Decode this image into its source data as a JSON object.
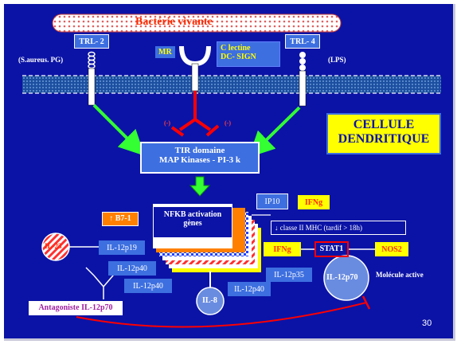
{
  "slide": {
    "bacteria_label": "Bactérie vivante",
    "trl2_label": "TRL- 2",
    "trl4_label": "TRL- 4",
    "saureus_label": "(S.aureus. PG)",
    "lps_label": "(LPS)",
    "mr_label": "MR",
    "lectin_line1": "C lectine",
    "lectin_line2": "DC- SIGN",
    "minus_left": "(-)",
    "minus_right": "(-)",
    "tir_line1": "TIR domaine",
    "tir_line2": "MAP Kinases -  PI-3 k",
    "cell_line1": "CELLULE",
    "cell_line2": "DENDRITIQUE",
    "ip10_label": "IP10",
    "ifng_top_label": "IFNg",
    "b71_label": "↑ B7-1",
    "nfkb_line1": "NFKB activation",
    "nfkb_line2": "gènes",
    "mhc_label": "↓ classe II MHC (tardif > 18h)",
    "il23_label": "IL-23",
    "il12p19_label": "IL-12p19",
    "ifng_mid_label": "IFNg",
    "stat1_label": "STAT1",
    "nos2_label": "NOS2",
    "il12p40_a": "IL-12p40",
    "il12p40_b": "IL-12p40",
    "il12p40_c": "IL-12p40",
    "il12p35_label": "IL-12p35",
    "il12p70_label": "IL-12p70",
    "molecule_label": "Molécule active",
    "il8_label": "IL-8",
    "antagonist_label": "Antagoniste IL-12p70",
    "page_number": "30"
  },
  "colors": {
    "background": "#0b13a6",
    "box_blue": "#3d6fe0",
    "accent_yellow": "#ffff00",
    "inhibition_red": "#ff0000",
    "activation_green": "#33ff33"
  }
}
